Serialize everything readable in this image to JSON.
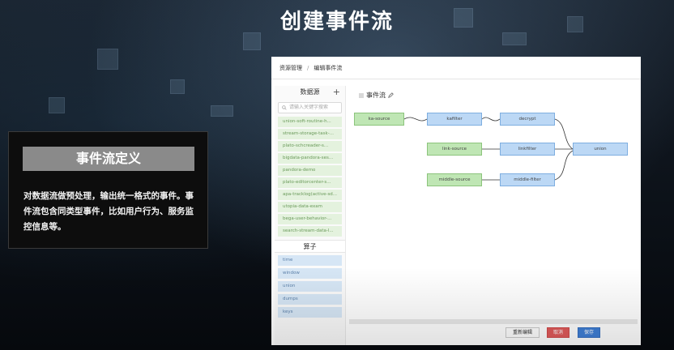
{
  "slide": {
    "title": "创建事件流"
  },
  "definition": {
    "heading": "事件流定义",
    "body": "对数据流做预处理，输出统一格式的事件。事件流包含同类型事件，比如用户行为、服务监控信息等。"
  },
  "app": {
    "breadcrumb": {
      "root": "资源管理",
      "sep": "/",
      "current": "编辑事件流"
    },
    "sidebar": {
      "datasource_title": "数据源",
      "add_icon": "plus-icon",
      "search_placeholder": "请输入关键字搜索",
      "datasources": [
        "union-soft-routine-h...",
        "stream-storage-task-...",
        "plato-schcreader-s...",
        "bigdata-pandora-ses...",
        "pandora-demo",
        "plato-editorcenter-s...",
        "apa-tracklog(active-sd...",
        "utopia-data-exam",
        "bega-user-behavior-...",
        "search-stream-data-l..."
      ],
      "operator_title": "算子",
      "operators": [
        "time",
        "window",
        "union",
        "dumps",
        "keys"
      ]
    },
    "flow": {
      "title": "事件流",
      "edit_icon": "pencil-icon",
      "nodes": {
        "kafka_source": "ka-source",
        "kafilter": "kafilter",
        "decrypt": "decrypt",
        "link_source": "link-source",
        "linkfilter": "linkfilter",
        "union": "union",
        "middle_source": "middle-source",
        "middle_filter": "middle-filter"
      }
    },
    "footer": {
      "reset": "重新编辑",
      "cancel": "取消",
      "save": "保存"
    }
  }
}
